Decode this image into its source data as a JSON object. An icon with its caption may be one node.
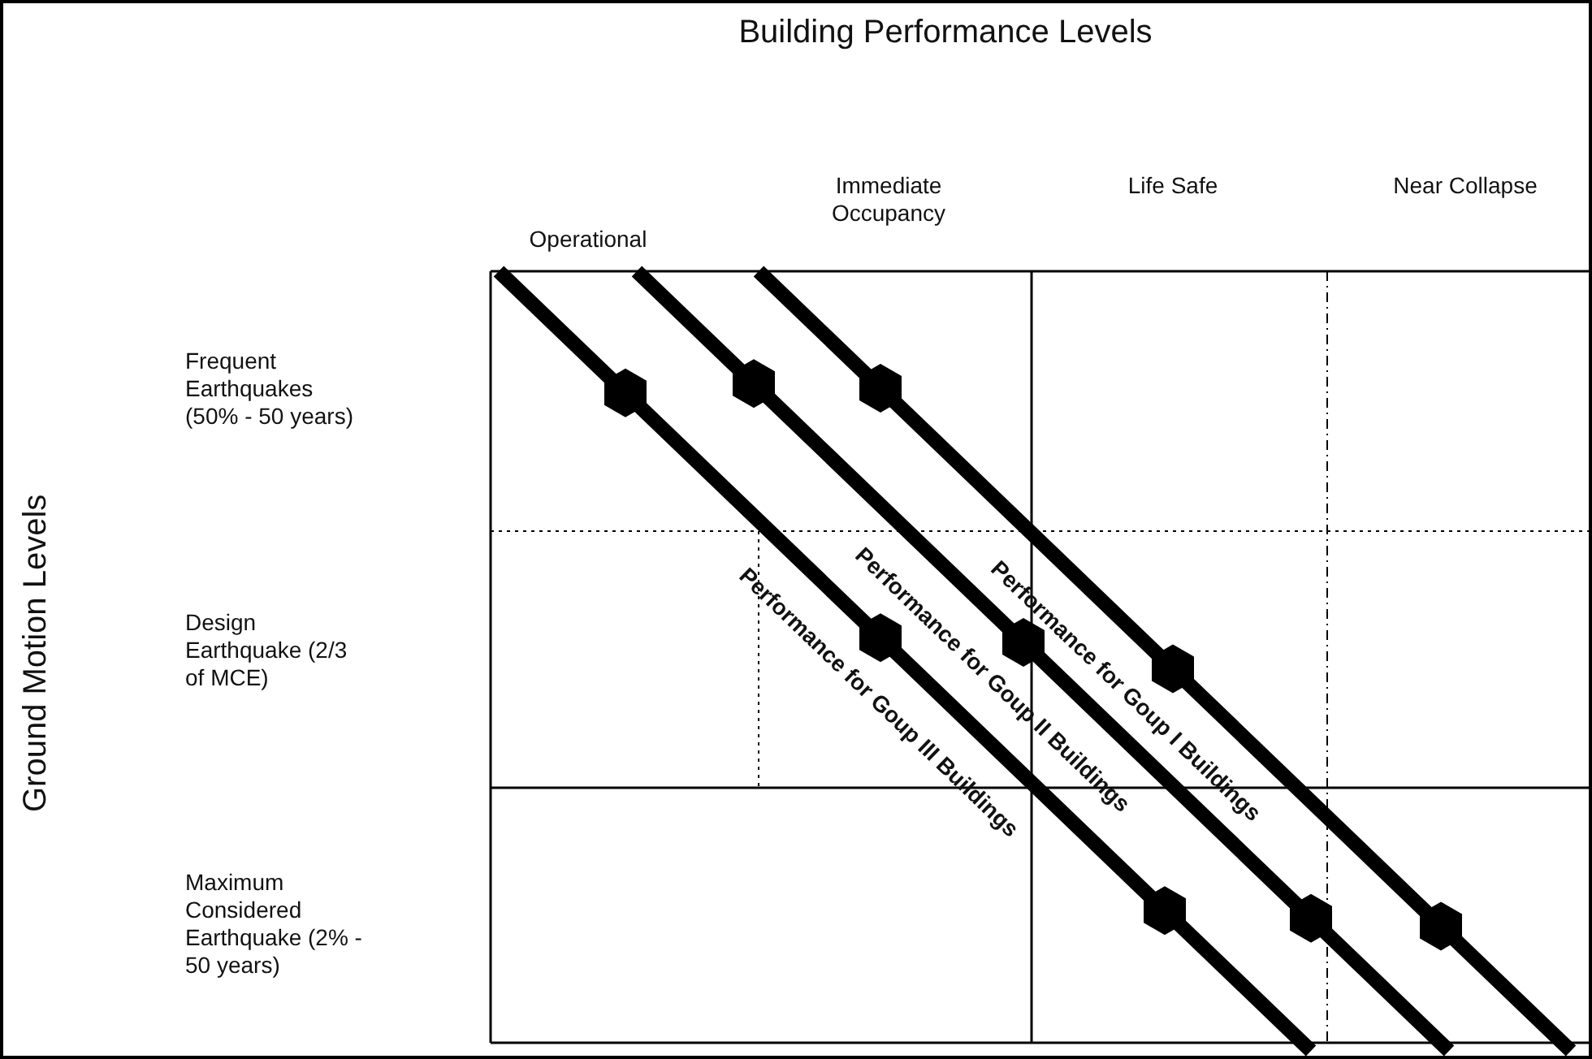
{
  "diagram": {
    "labels": [
      "Building Performance Levels",
      "Operational",
      "Immediate Occupancy",
      "Life Safe",
      "Near Collapse",
      "Ground Motion Levels",
      "Frequent Earthquakes (50% - 50 years)",
      "Design Earthquake (2/3 of MCE)",
      "Maximum Considered Earthquake (2% - 50 years)",
      "Performance for Goup I Buildings",
      "Performance for Goup II Buildings",
      "Performance for Goup III Buildings"
    ]
  }
}
